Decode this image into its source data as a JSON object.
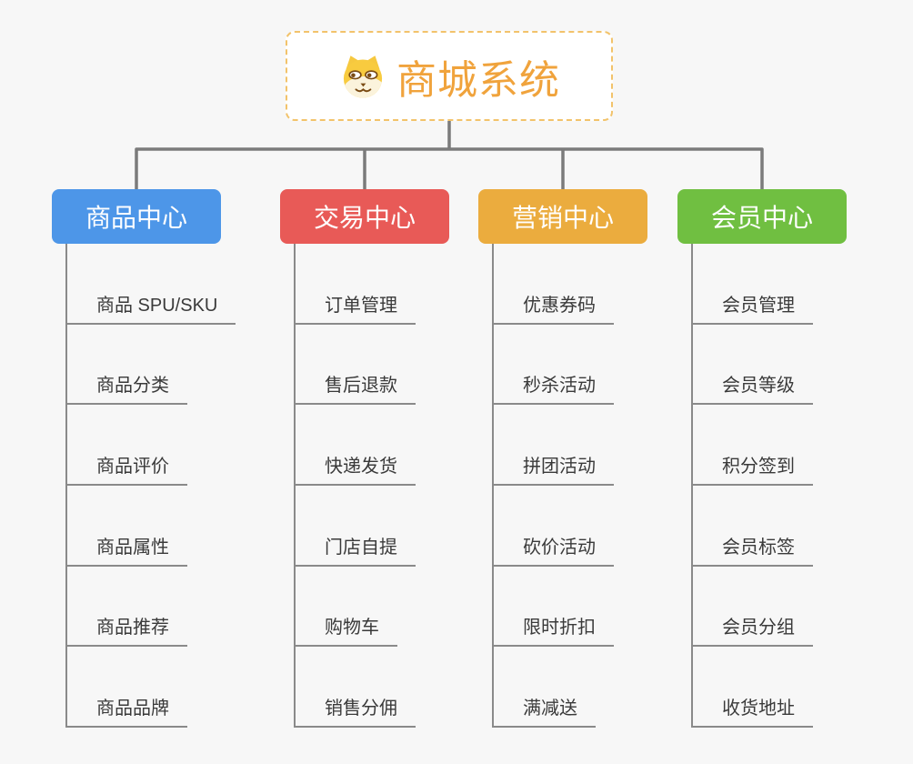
{
  "page": {
    "background": "#F7F7F7",
    "connector_color": "#7B7B7B",
    "underline_color": "#8A8A8A"
  },
  "root": {
    "title": "商城系统",
    "icon": "doge-icon",
    "title_color": "#F0A33C",
    "border_color": "#F2C36B"
  },
  "branches": [
    {
      "label": "商品中心",
      "color": "#4D96E8",
      "children": [
        "商品 SPU/SKU",
        "商品分类",
        "商品评价",
        "商品属性",
        "商品推荐",
        "商品品牌"
      ]
    },
    {
      "label": "交易中心",
      "color": "#E85A57",
      "children": [
        "订单管理",
        "售后退款",
        "快递发货",
        "门店自提",
        "购物车",
        "销售分佣"
      ]
    },
    {
      "label": "营销中心",
      "color": "#EBAC3E",
      "children": [
        "优惠券码",
        "秒杀活动",
        "拼团活动",
        "砍价活动",
        "限时折扣",
        "满减送"
      ]
    },
    {
      "label": "会员中心",
      "color": "#70BF41",
      "children": [
        "会员管理",
        "会员等级",
        "积分签到",
        "会员标签",
        "会员分组",
        "收货地址"
      ]
    }
  ]
}
